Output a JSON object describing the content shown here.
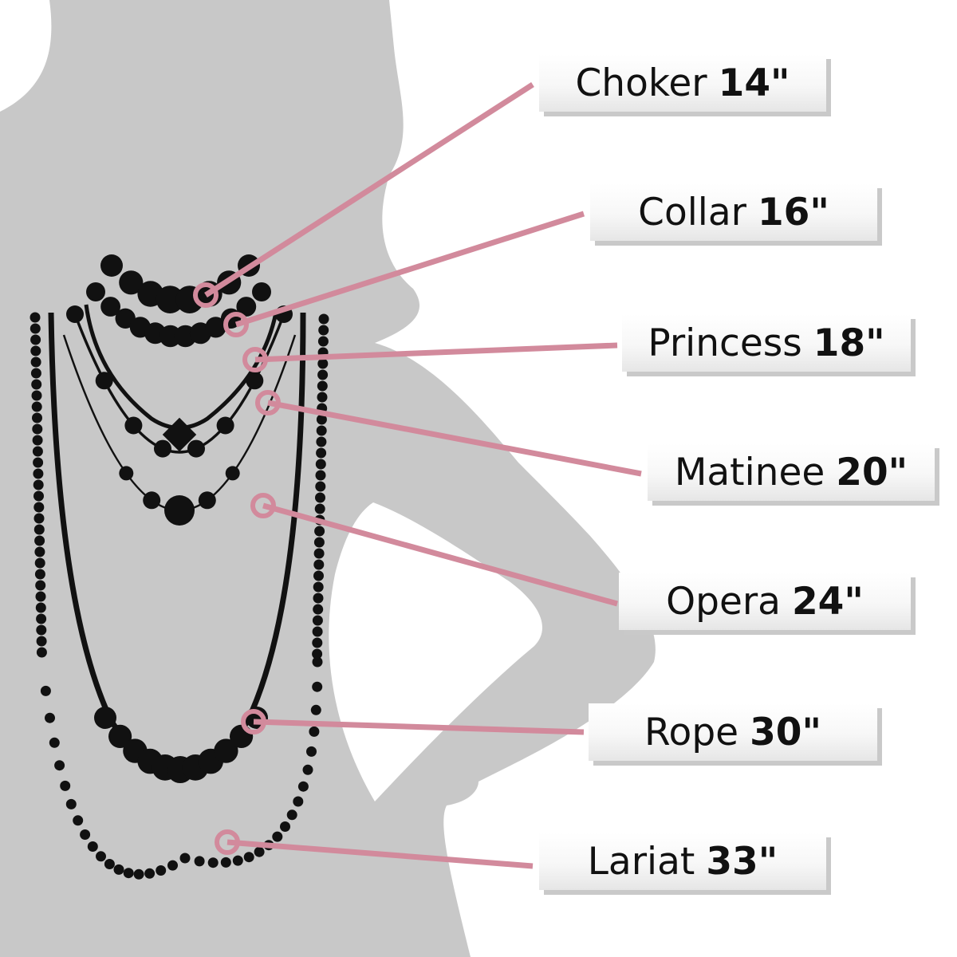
{
  "colors": {
    "background": "#ffffff",
    "silhouette": "#c8c8c8",
    "beads": "#111111",
    "leader": "#d28a9c"
  },
  "necklaces": [
    {
      "name": "Choker",
      "length": "14\""
    },
    {
      "name": "Collar",
      "length": "16\""
    },
    {
      "name": "Princess",
      "length": "18\""
    },
    {
      "name": "Matinee",
      "length": "20\""
    },
    {
      "name": "Opera",
      "length": "24\""
    },
    {
      "name": "Rope",
      "length": "30\""
    },
    {
      "name": "Lariat",
      "length": "33\""
    }
  ]
}
